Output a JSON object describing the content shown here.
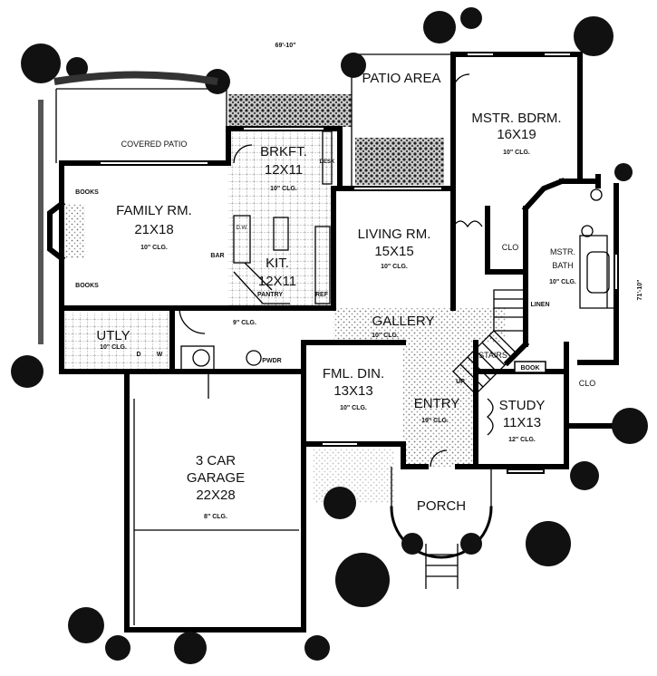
{
  "dimensions": {
    "width": "69'-10\"",
    "depth": "71'-10\""
  },
  "rooms": {
    "covered_patio": {
      "name": "COVERED PATIO"
    },
    "family": {
      "name": "FAMILY RM.",
      "size": "21X18",
      "ceiling": "10\" CLG."
    },
    "books_top": "BOOKS",
    "books_bottom": "BOOKS",
    "bar": "BAR",
    "brkft": {
      "name": "BRKFT.",
      "size": "12X11",
      "ceiling": "10\" CLG."
    },
    "desk": "DESK",
    "kit": {
      "name": "KIT.",
      "size": "12X11"
    },
    "dw": "D.W.",
    "pantry": "PANTRY",
    "ref": "REF",
    "living": {
      "name": "LIVING RM.",
      "size": "15X15",
      "ceiling": "10\" CLG."
    },
    "patio_area": {
      "name": "PATIO AREA"
    },
    "mstr_bdrm": {
      "name": "MSTR. BDRM.",
      "size": "16X19",
      "ceiling": "10\" CLG."
    },
    "mstr_bath": {
      "name": "MSTR.",
      "name2": "BATH",
      "ceiling": "10\" CLG."
    },
    "clo_bdrm": "CLO",
    "clo_bath": "CLO",
    "linen": "LINEN",
    "gallery": {
      "name": "GALLERY",
      "ceiling": "10\" CLG."
    },
    "hall": {
      "ceiling": "9\" CLG."
    },
    "utly": {
      "name": "UTLY",
      "ceiling": "10\" CLG.",
      "d": "D",
      "w": "W"
    },
    "pwdr": "PWDR",
    "fml_din": {
      "name": "FML. DIN.",
      "size": "13X13",
      "ceiling": "10\" CLG."
    },
    "entry": {
      "name": "ENTRY",
      "ceiling": "19\" CLG."
    },
    "stairs": {
      "name": "STAIRS",
      "up": "UP"
    },
    "book": "BOOK",
    "study": {
      "name": "STUDY",
      "size": "11X13",
      "ceiling": "12\" CLG."
    },
    "porch": {
      "name": "PORCH"
    },
    "garage": {
      "name": "3 CAR",
      "name2": "GARAGE",
      "size": "22X28",
      "ceiling": "8\" CLG."
    }
  },
  "colors": {
    "line": "#000000",
    "background": "#ffffff"
  }
}
